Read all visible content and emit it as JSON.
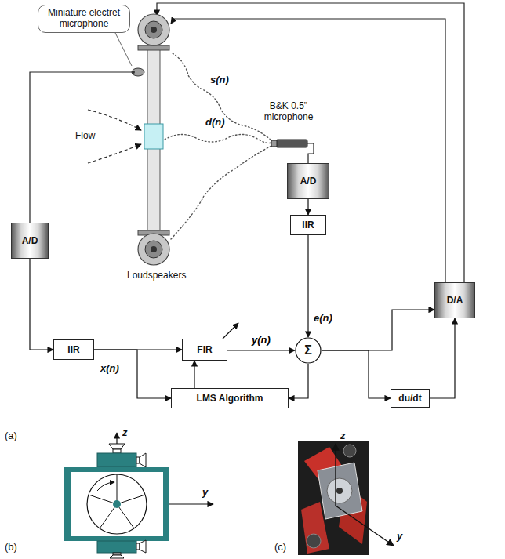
{
  "diagram": {
    "nodes": [
      {
        "text": [
          "Miniature electret microphone"
        ]
      },
      {
        "text": [
          "A/D"
        ]
      },
      {
        "text": [
          "IIR"
        ]
      },
      {
        "text": [
          "A/D"
        ]
      },
      {
        "text": [
          "D/A"
        ]
      },
      {
        "text": [
          "IIR"
        ]
      },
      {
        "text": [
          "FIR"
        ]
      },
      {
        "text": [
          "Σ"
        ]
      },
      {
        "text": [
          "LMS Algorithm"
        ]
      },
      {
        "text": [
          "du/dt"
        ]
      }
    ],
    "edges": [
      {
        "from": 3,
        "to": 5,
        "arrow": "to"
      },
      {
        "from": 5,
        "to": 6,
        "arrow": "to"
      },
      {
        "from": 5,
        "to": 8,
        "arrow": "to"
      },
      {
        "from": 1,
        "to": 2,
        "arrow": "to"
      },
      {
        "from": 2,
        "to": 7,
        "arrow": "to"
      },
      {
        "from": 6,
        "to": 7,
        "label": "y(n)",
        "arrow": "to"
      },
      {
        "from": 7,
        "to": 8,
        "arrow": "to"
      },
      {
        "from": 7,
        "to": 4,
        "arrow": "to"
      },
      {
        "from": 7,
        "to": 9,
        "arrow": "to"
      },
      {
        "from": 9,
        "to": 4,
        "arrow": "to"
      },
      {
        "from": 8,
        "to": 6,
        "arrow": "to"
      }
    ],
    "labels": [
      "Flow",
      "s(n)",
      "d(n)",
      "Loudspeakers",
      "B&K 0.5\" microphone",
      "x(n)",
      "e(n)",
      "(a)",
      "z",
      "y",
      "(b)",
      "z",
      "y",
      "(c)"
    ]
  }
}
